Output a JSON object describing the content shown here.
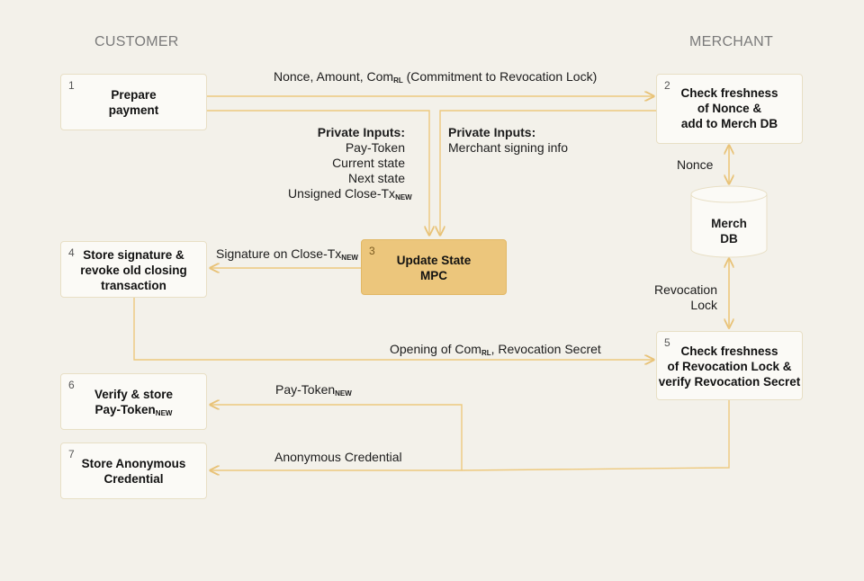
{
  "columns": {
    "customer": "CUSTOMER",
    "merchant": "MERCHANT"
  },
  "steps": {
    "s1": {
      "num": "1",
      "line1": "Prepare",
      "line2": "payment"
    },
    "s2": {
      "num": "2",
      "line1": "Check freshness",
      "line2": "of Nonce &",
      "line3": "add to Merch DB"
    },
    "s3": {
      "num": "3",
      "line1": "Update State",
      "line2": "MPC"
    },
    "s4": {
      "num": "4",
      "line1": "Store signature &",
      "line2": "revoke old closing",
      "line3": "transaction"
    },
    "s5": {
      "num": "5",
      "line1": "Check freshness",
      "line2": "of Revocation Lock &",
      "line3": "verify Revocation Secret"
    },
    "s6": {
      "num": "6",
      "line1": "Verify & store",
      "line2": "Pay-Token",
      "line2_sub": "NEW"
    },
    "s7": {
      "num": "7",
      "line1": "Store Anonymous",
      "line2": "Credential"
    }
  },
  "db": {
    "line1": "Merch",
    "line2": "DB"
  },
  "labels": {
    "top_msg_a": "Nonce, Amount, Com",
    "top_msg_sub": "RL",
    "top_msg_b": " (Commitment to Revocation Lock)",
    "priv_cust_title": "Private Inputs:",
    "priv_cust_1": "Pay-Token",
    "priv_cust_2": "Current state",
    "priv_cust_3": "Next state",
    "priv_cust_4": "Unsigned Close-Tx",
    "priv_cust_4_sub": "NEW",
    "priv_merch_title": "Private Inputs:",
    "priv_merch_1": "Merchant signing info",
    "sig_a": "Signature on Close-Tx",
    "sig_sub": "NEW",
    "nonce": "Nonce",
    "rev_lock_1": "Revocation",
    "rev_lock_2": "Lock",
    "opening_a": "Opening of Com",
    "opening_sub": "RL",
    "opening_b": ", Revocation Secret",
    "paytoken_a": "Pay-Token",
    "paytoken_sub": "NEW",
    "anon_cred": "Anonymous Credential"
  },
  "colors": {
    "arrow": "#edc97e",
    "mpc_fill": "#ecc67c",
    "box_fill": "#fbfaf6"
  }
}
